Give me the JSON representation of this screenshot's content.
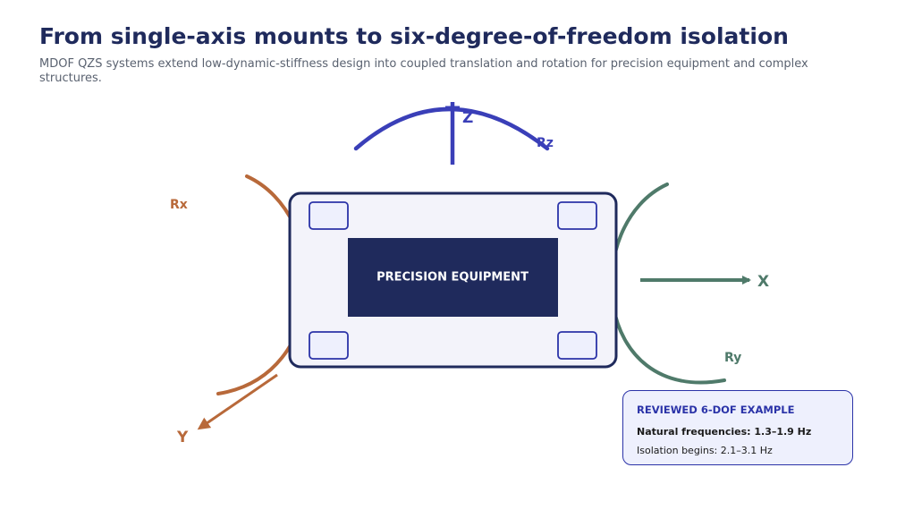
{
  "header": {
    "title": "From single-axis mounts to six-degree-of-freedom isolation",
    "subtitle": "MDOF QZS systems extend low-dynamic-stiffness design into coupled translation and rotation for precision equipment and complex structures."
  },
  "diagram": {
    "equipment_label": "PRECISION EQUIPMENT",
    "axes": {
      "z": "Z",
      "rz": "Rz",
      "rx": "Rx",
      "x": "X",
      "ry": "Ry",
      "y": "Y"
    },
    "colors": {
      "title": "#1f2a5c",
      "vertical_axis": "#3a3fb8",
      "rx_y_axis": "#b8693a",
      "x_ry_axis": "#4f7a6a",
      "platform_fill": "#f3f3fa",
      "platform_border": "#1f2a5c",
      "equipment_fill": "#1f2a5c",
      "mount_fill": "#eef0fd",
      "mount_border": "#2b33a8"
    }
  },
  "example_card": {
    "heading": "REVIEWED 6-DOF EXAMPLE",
    "natural_frequencies": "Natural frequencies: 1.3–1.9 Hz",
    "isolation_begins": "Isolation begins: 2.1–3.1 Hz"
  }
}
